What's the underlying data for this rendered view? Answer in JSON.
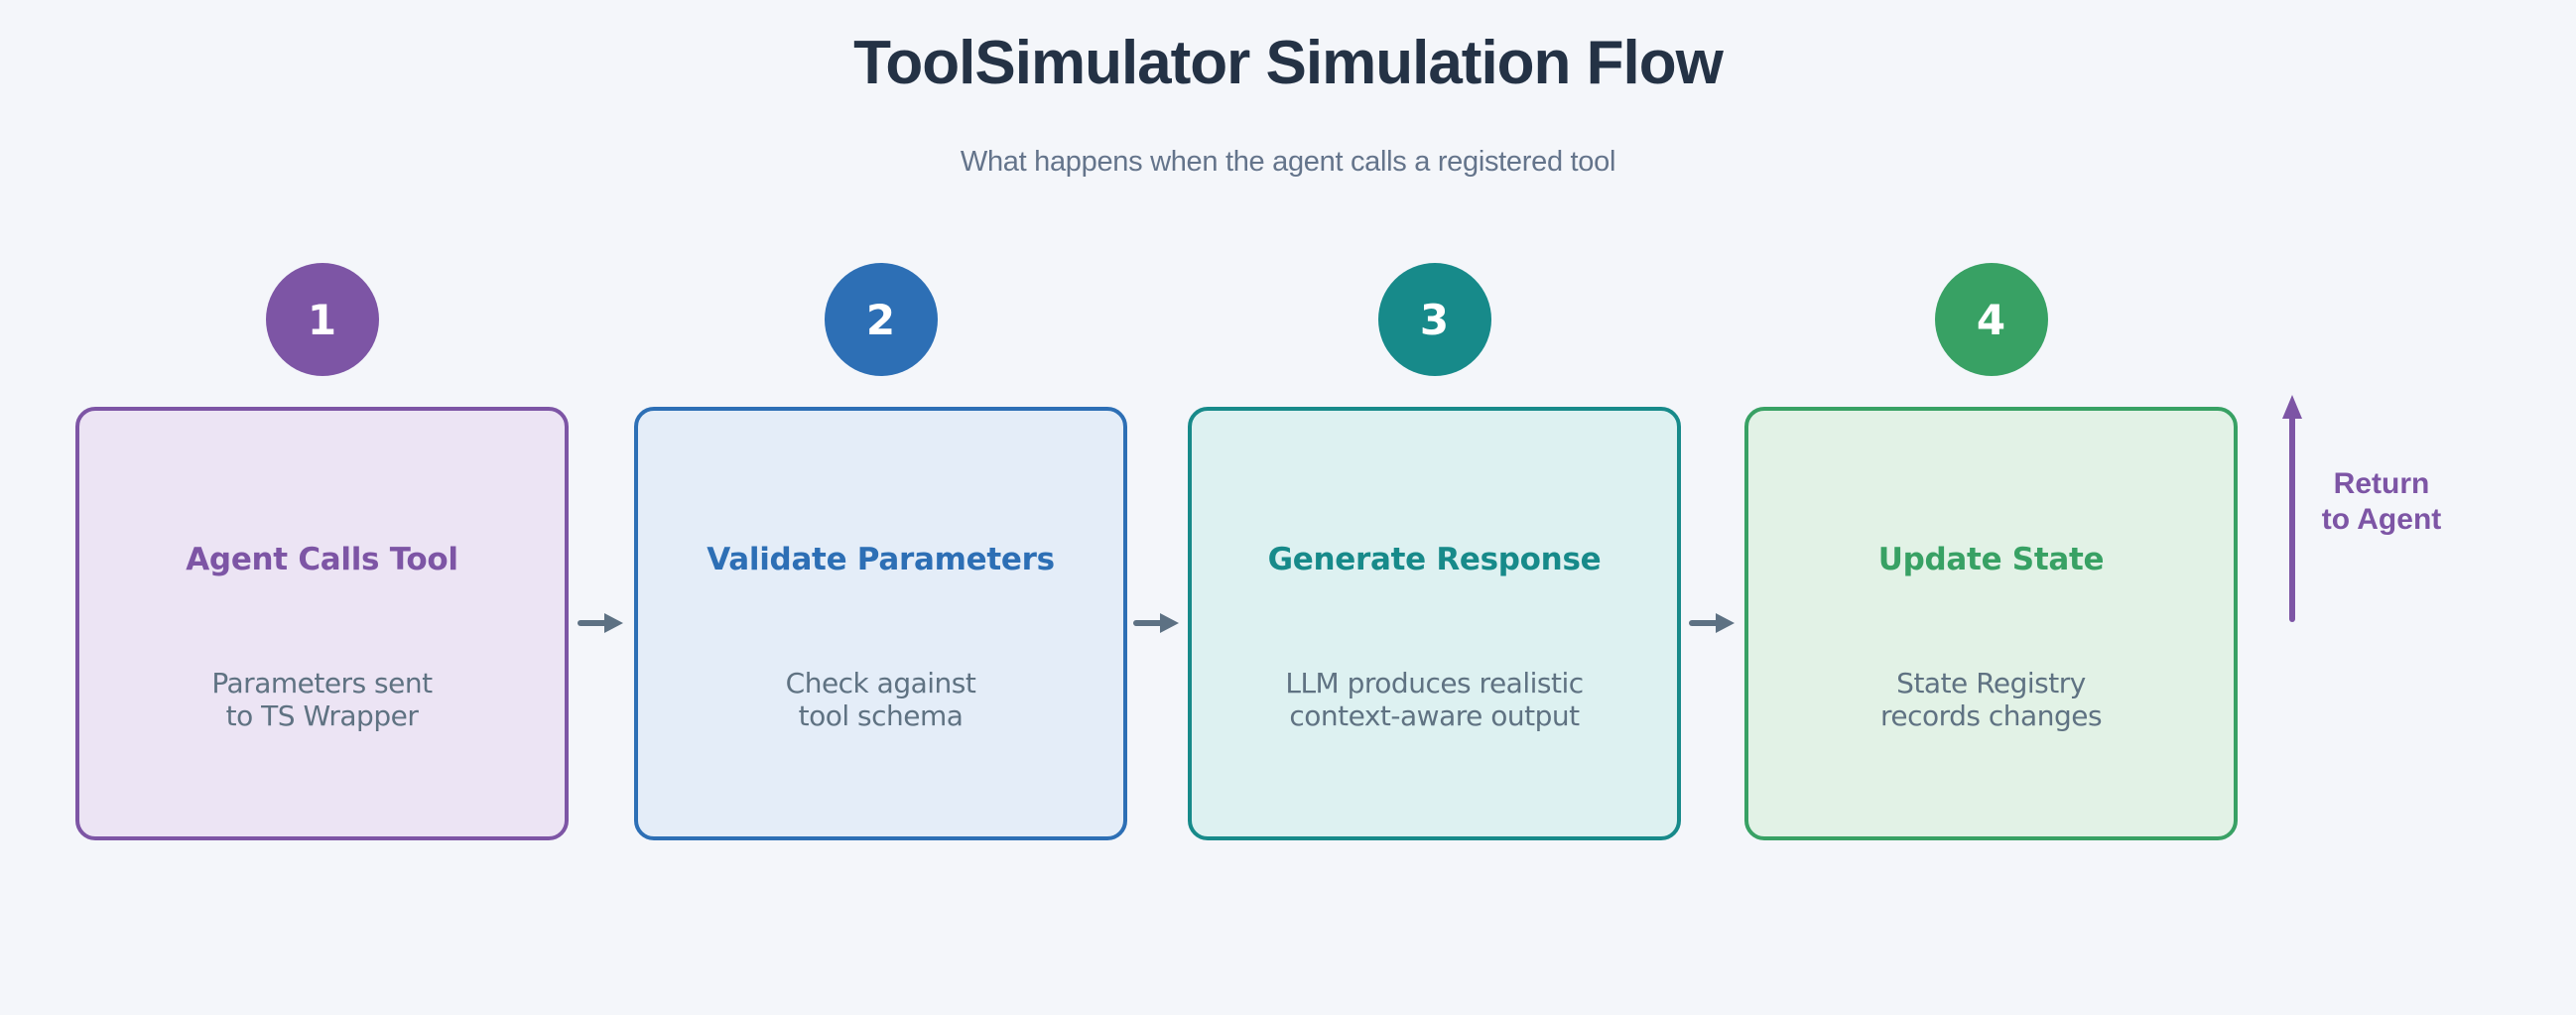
{
  "header": {
    "title": "ToolSimulator Simulation Flow",
    "subtitle": "What happens when the agent calls a registered tool"
  },
  "steps": [
    {
      "number": "1",
      "title": "Agent Calls Tool",
      "description": "Parameters sent\nto TS Wrapper",
      "accent": "#7d55a5",
      "fill": "#ece4f4"
    },
    {
      "number": "2",
      "title": "Validate Parameters",
      "description": "Check against\ntool schema",
      "accent": "#2d6fb5",
      "fill": "#e4edf8"
    },
    {
      "number": "3",
      "title": "Generate Response",
      "description": "LLM produces realistic\ncontext-aware output",
      "accent": "#178a8a",
      "fill": "#ddf1f1"
    },
    {
      "number": "4",
      "title": "Update State",
      "description": "State Registry\nrecords changes",
      "accent": "#38a164",
      "fill": "#e2f2e6"
    }
  ],
  "return_flow": {
    "label": "Return\nto Agent"
  },
  "palette": {
    "background": "#f4f6fa",
    "title_color": "#243245",
    "muted_text": "#64748b",
    "body_text": "#5f7282",
    "flow_arrow": "#5d7183",
    "return_accent": "#7d55a5"
  }
}
